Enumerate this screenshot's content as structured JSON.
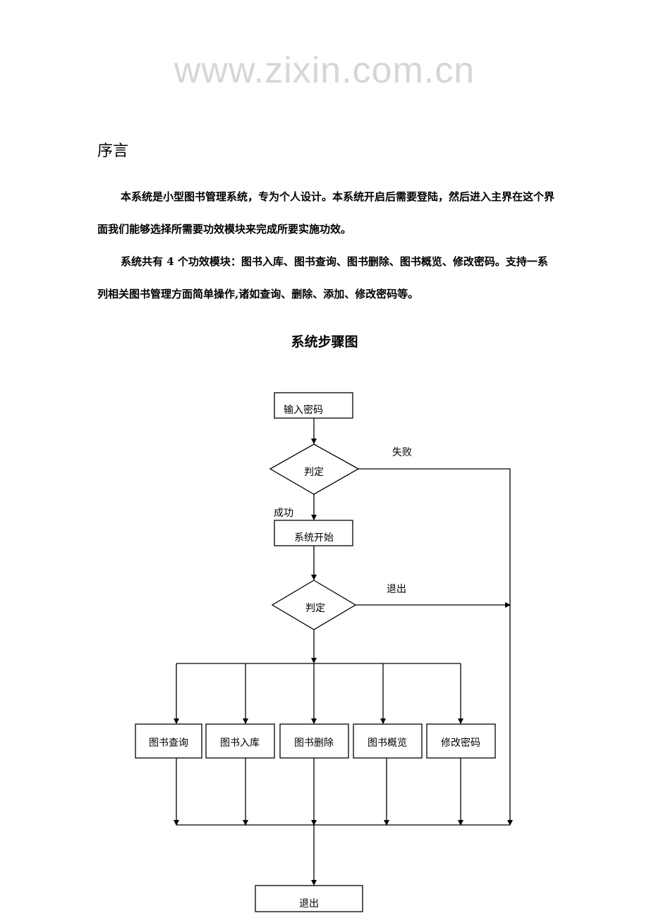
{
  "document": {
    "heading": "序言",
    "paragraphs": [
      "本系统是小型图书管理系统，专为个人设计。本系统开启后需要登陆，然后进入主界在这个界面我们能够选择所需要功效模块来完成所要实施功效。",
      "系统共有 4 个功效模块：图书入库、图书查询、图书删除、图书概览、修改密码。支持一系列相关图书管理方面简单操作,诸如查询、删除、添加、修改密码等。"
    ],
    "figure_title": "系统步骤图"
  },
  "flowchart": {
    "start": "输入密码",
    "decision1": "判定",
    "fail_label": "失败",
    "success_label": "成功",
    "system_start": "系统开始",
    "decision2": "判定",
    "exit_label": "退出",
    "modules": [
      "图书查询",
      "图书入库",
      "图书删除",
      "图书概览",
      "修改密码"
    ],
    "end": "退出"
  },
  "watermark": "www.zixin.com.cn"
}
